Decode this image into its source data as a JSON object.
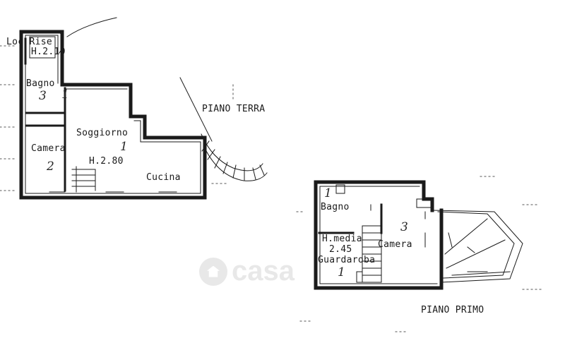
{
  "floors": {
    "ground": {
      "title": "PIANO TERRA",
      "rooms": {
        "loc_rise": "Loc Rise",
        "loc_height": "H.2.10",
        "bagno": "Bagno",
        "soggiorno": "Soggiorno",
        "camera": "Camera",
        "height": "H.2.80",
        "cucina": "Cucina"
      },
      "numbers": {
        "bagno_num": "3",
        "bagno_frac": "1",
        "soggiorno_num": "1",
        "camera_num": "2"
      }
    },
    "first": {
      "title": "PIANO PRIMO",
      "rooms": {
        "bagno": "Bagno",
        "h_media": "H.media",
        "h_value": "2.45",
        "camera": "Camera",
        "guardaroba": "Guardaroba"
      },
      "numbers": {
        "bagno_num": "1",
        "camera_num": "3",
        "guardaroba_num": "1"
      }
    }
  },
  "watermark": "casa"
}
